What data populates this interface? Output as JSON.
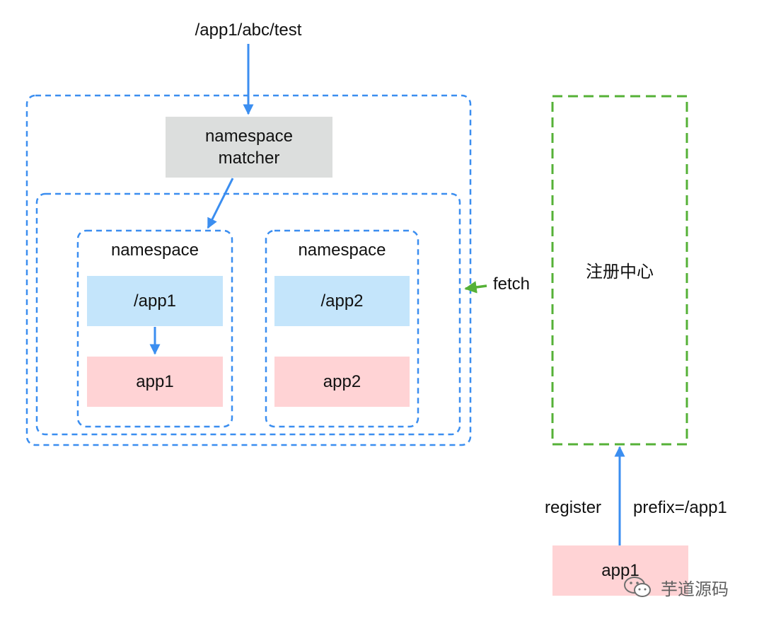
{
  "request_path": "/app1/abc/test",
  "matcher": {
    "line1": "namespace",
    "line2": "matcher"
  },
  "namespaces": [
    {
      "title": "namespace",
      "route": "/app1",
      "app": "app1"
    },
    {
      "title": "namespace",
      "route": "/app2",
      "app": "app2"
    }
  ],
  "fetch_label": "fetch",
  "registry_label": "注册中心",
  "register_label": "register",
  "prefix_label": "prefix=/app1",
  "registered_app": "app1",
  "watermark": "芋道源码",
  "colors": {
    "blue": "#3b8ef0",
    "green": "#55b137",
    "matcher_fill": "#dcdedd",
    "route_fill": "#c4e5fb",
    "app_fill": "#ffd3d5"
  }
}
